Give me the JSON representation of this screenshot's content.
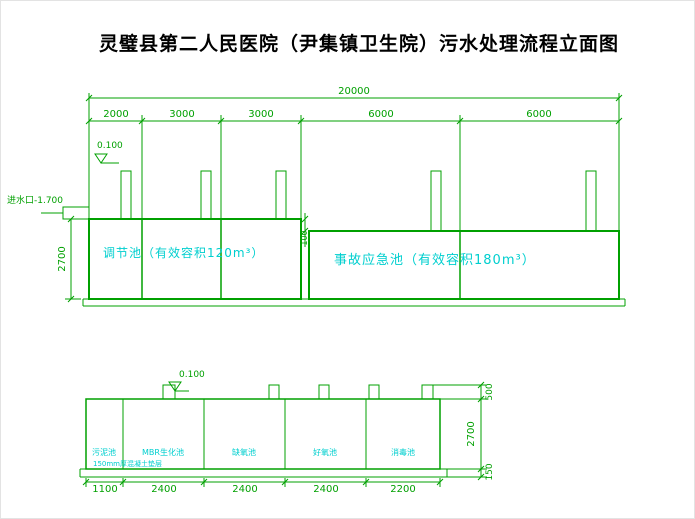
{
  "title": "灵璧县第二人民医院（尹集镇卫生院）污水处理流程立面图",
  "colors": {
    "line": "#00a000",
    "label": "#00cfcf",
    "title": "#000000"
  },
  "upper": {
    "total_dim": "20000",
    "segment_dims": [
      "2000",
      "3000",
      "3000",
      "6000",
      "6000"
    ],
    "level": "0.100",
    "inlet": "进水口-1.700",
    "height_dim": "2700",
    "gap_dim": "100",
    "tank_left": "调节池（有效容积120m³）",
    "tank_right": "事故应急池（有效容积180m³）"
  },
  "lower": {
    "level": "0.100",
    "compartments": [
      "污泥池",
      "MBR生化池",
      "缺氧池",
      "好氧池",
      "消毒池"
    ],
    "base_note": "150mm厚混凝土垫层",
    "bottom_dims": [
      "1100",
      "2400",
      "2400",
      "2400",
      "2200"
    ],
    "right_dims": [
      "500",
      "2700",
      "150"
    ]
  }
}
